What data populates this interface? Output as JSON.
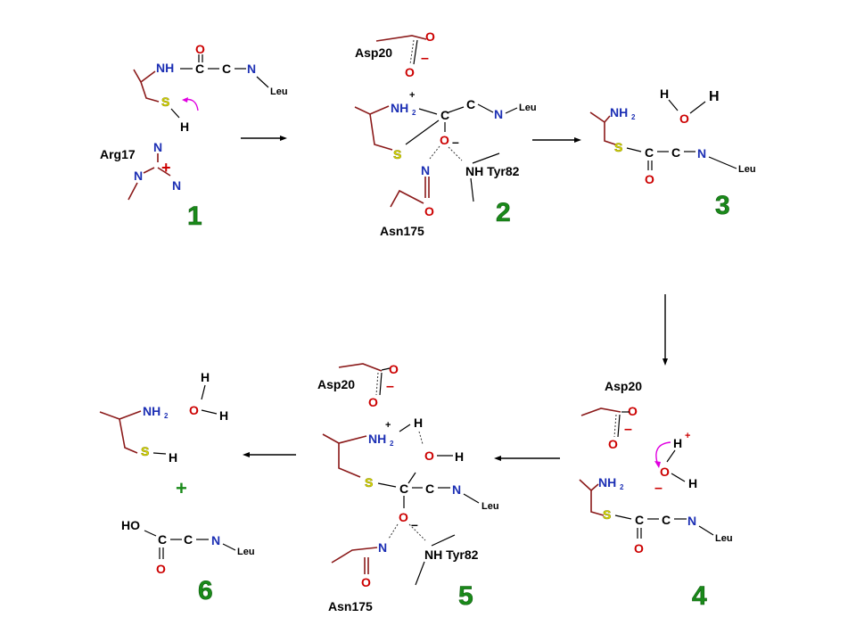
{
  "colors": {
    "carbon_bond": "#8b1a1a",
    "nitrogen": "#1c2fb4",
    "oxygen": "#cc0000",
    "sulfur": "#d8d800",
    "step_number": "#1a8a1a",
    "curved_arrow": "#e000e0",
    "text": "#000000"
  },
  "atoms": {
    "O": "O",
    "N": "N",
    "C": "C",
    "S": "S",
    "H": "H",
    "NH": "NH",
    "NH2": "NH",
    "sub2": "2",
    "HO": "HO",
    "plus": "+",
    "minus": "–"
  },
  "labels": {
    "leu": "Leu",
    "asp20": "Asp20",
    "arg17": "Arg17",
    "tyr82": "NH Tyr82",
    "asn175": "Asn175",
    "plus_products": "+"
  },
  "steps": [
    "1",
    "2",
    "3",
    "4",
    "5",
    "6"
  ]
}
